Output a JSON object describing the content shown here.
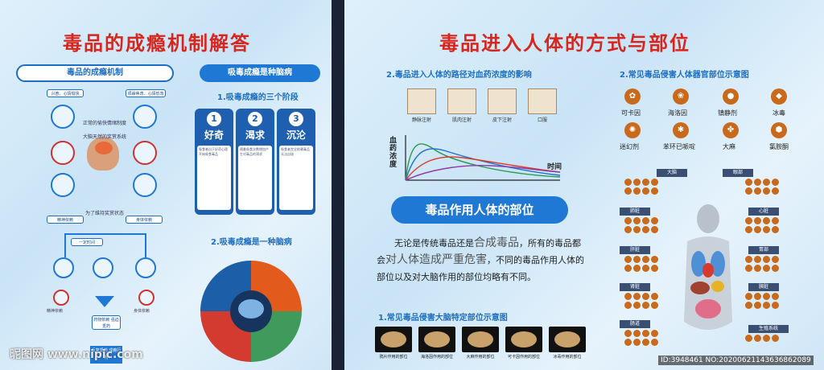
{
  "left": {
    "title": "毒品的成瘾机制解答",
    "mechanism_title": "毒品的成瘾机制",
    "flow_top_left": "兴奋、心情愉快",
    "flow_top_right": "烦躁焦虑、心情低落",
    "flow_mid_text": "正常的愉快情绪制度",
    "flow_brain_text": "大脑天然的奖赏系统",
    "flow_bottom_text": "为了维持奖赏状态",
    "flow_row": [
      "精神依赖",
      "一定时间",
      "身体依赖"
    ],
    "flow_bottom": [
      "精神依赖",
      "身体依赖"
    ],
    "flow_end_box": "药物依赖 强迫觅药",
    "flow_final": "反复觅药 成瘾行为",
    "disease_title": "吸毒成瘾是种脑病",
    "stages_title": "1.吸毒成瘾的三个阶段",
    "stages": [
      {
        "num": "1",
        "name": "好奇",
        "text": "吸食者出于好奇心理开始吸食毒品"
      },
      {
        "num": "2",
        "name": "渴求",
        "text": "随着吸食次数增加产生对毒品的渴求"
      },
      {
        "num": "3",
        "name": "沉沦",
        "text": "吸食者完全依赖毒品无法自拔"
      }
    ],
    "brain_disease_title": "2.吸毒成瘾是一种脑病"
  },
  "right": {
    "title": "毒品进入人体的方式与部位",
    "route_title": "2.毒品进入人体的路径对血药浓度的影响",
    "routes": [
      "静脉注射",
      "肌肉注射",
      "皮下注射",
      "口服"
    ],
    "y_axis": "血药浓度",
    "x_axis": "时间",
    "organ_title": "2.常见毒品侵害人体器官部位示意图",
    "drugs": [
      "可卡因",
      "海洛因",
      "镇静剂",
      "冰毒",
      "迷幻剂",
      "苯环已哌啶",
      "大麻",
      "氯胺酮"
    ],
    "action_title": "毒品作用人体的部位",
    "paragraph_a": "无论是传统毒品还是",
    "paragraph_big1": "合成毒品",
    "paragraph_b": "，所有的毒品都会",
    "paragraph_big2": "对人体造成严重危害",
    "paragraph_c": "，不同的毒品作用人体的部位以及对大脑作用的部位均略有不同。",
    "brain_title": "1.常见毒品侵害大脑特定部位示意图",
    "brain_labels": [
      "鸦片作用的部位",
      "海洛因作用的部位",
      "大麻作用的部位",
      "可卡因作用的部位",
      "冰毒作用的部位"
    ],
    "organs_left": [
      "大脑",
      "肺脏",
      "肝脏",
      "肾脏",
      "肠道"
    ],
    "organs_right": [
      "眼部",
      "心脏",
      "胃部",
      "胰脏",
      "生殖系统"
    ]
  },
  "watermark": {
    "site": "昵图网 www.nipic.com",
    "id": "ID:3948461 NO:20200621143636862089"
  }
}
